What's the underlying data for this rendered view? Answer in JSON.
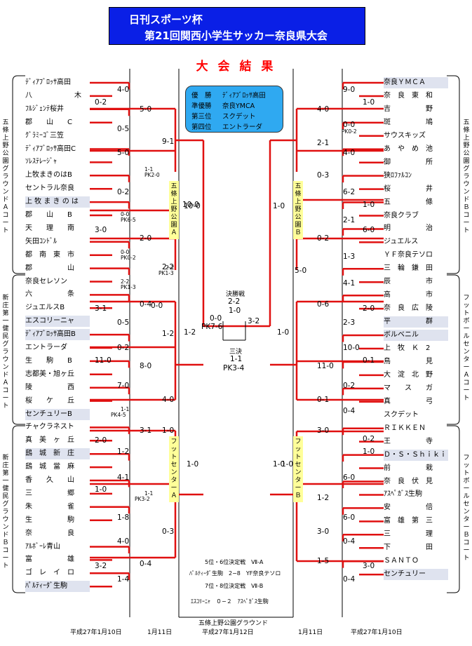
{
  "title": {
    "line1": "日刊スポーツ杯",
    "line2": "第21回関西小学生サッカー奈良県大会"
  },
  "heading": "大 会 結 果",
  "winners": [
    {
      "rank": "優　勝",
      "team": "ﾃﾞｨｱﾌﾞﾛｯｻ高田"
    },
    {
      "rank": "準優勝",
      "team": "奈良YMCA"
    },
    {
      "rank": "第三位",
      "team": "スクデット"
    },
    {
      "rank": "第四位",
      "team": "エントラーダ"
    }
  ],
  "left_teams": [
    "ﾃﾞｨｱﾌﾞﾛｯｻ高田",
    "八　　　　　　木",
    "ﾌﾙｼﾞｪﾝﾃ桜井",
    "郡　　山　　C",
    "ｸﾞﾗﾐｰｺﾞ三笠",
    "ﾃﾞｨｱﾌﾞﾛｯｻ高田C",
    "ｿﾚｽﾃﾚｰｼﾞｬ",
    "上牧まきのはB",
    "セントラル奈良",
    "上 牧 ま き の は",
    "郡　　山　　B",
    "天　　理　　南",
    "矢田ｺﾝﾄﾞﾙ",
    "都　南　東　市",
    "郡　　　　　山",
    "奈良セレソン",
    "六　　　　　条",
    "ジュエルスB",
    "エスコリーニャ",
    "ﾃﾞｨｱﾌﾞﾛｯｻ高田B",
    "エントラーダ",
    "生　　駒　　B",
    "志都美・旭ヶ丘",
    "陵　　　　　西",
    "桜　　ケ　　丘",
    "センチュリーB",
    "チャクラネスト",
    "真　美　ヶ　丘",
    "鴟　城　新　庄",
    "鴟　城　當　麻",
    "香　　久　　山",
    "三　　　　　郷",
    "朱　　　　　雀",
    "生　　　　　駒",
    "奈　　　　　良",
    "ｱﾙﾎﾞｰﾚ青山",
    "富　　　　　雄",
    "ゴ　レ　イ　ロ",
    "ﾊﾟﾙﾃｨｰﾀﾞ生駒"
  ],
  "right_teams": [
    "奈良ＹＭＣＡ",
    "奈　良　東　和",
    "吉　　　　　野",
    "斑　　　　　鳩",
    "サウスキッズ",
    "あ　や　め　池",
    "御　　　　　所",
    "狭ﾛﾌｧﾙｺﾝ",
    "桜　　　　　井",
    "五　　　　　條",
    "奈良クラブ",
    "明　　　　　治",
    "ジュエルス",
    "ＹＦ奈良テソロ",
    "三　輪　鎌　田",
    "辰　　　　　市",
    "高　　　　　市",
    "奈　良　広　陵",
    "平　　　　　群",
    "ボルベニル",
    "上　牧　Ｋ　2",
    "鳥　　　　　見",
    "大　淀　北　野",
    "マ　　ス　　ガ",
    "真　　　　　弓",
    "スクデット",
    "ＲＩＫＫＥＮ",
    "王　　　　　寺",
    "Ｄ・Ｓ・Ｓｈｉｋｉ",
    "前　　　　　栽",
    "奈　良　伏　見",
    "ｱｽﾍﾟｶﾞｽ生駒",
    "安　　　　　倍",
    "富　雄　第　三",
    "三　　　　　理",
    "下　　　　　田",
    "ＳＡＮＴＯ",
    "センチュリー"
  ],
  "left_scores": [
    "4-0",
    "0-2",
    "5-0",
    "0-5",
    "5-0",
    "9-1",
    "0-2",
    "10-0",
    "3-0",
    "2-0",
    "2-2",
    "0-4",
    "3-1",
    "0-5",
    "0-2",
    "11-0",
    "8-0",
    "7-0",
    "4-0",
    "1-2",
    "3-1",
    "2-0",
    "1-2",
    "4-1",
    "1-0",
    "1-8",
    "1-0",
    "4-0",
    "0-3",
    "3-2",
    "1-4",
    "0-4",
    "0-0"
  ],
  "left_pk": [
    "1-1",
    "PK2-0",
    "0-0",
    "PK6-5",
    "0-0",
    "PK0-2",
    "2-2",
    "PK1-3",
    "2-2",
    "PK1-3",
    "1-1",
    "PK4-5",
    "1-1",
    "PK3-2"
  ],
  "right_scores": [
    "9-0",
    "1-0",
    "4-0",
    "0-0",
    "2-1",
    "4-0",
    "0-3",
    "6-2",
    "1-0",
    "2-1",
    "6-0",
    "0-2",
    "1-3",
    "5-0",
    "4-1",
    "0-6",
    "2-0",
    "2-3",
    "10-0",
    "0-1",
    "11-0",
    "0-2",
    "0-1",
    "0-4",
    "3-0",
    "0-2",
    "1-0",
    "6-0",
    "1-2",
    "6-0",
    "3-0",
    "0-4",
    "1-5",
    "3-0",
    "0-4",
    "1-0"
  ],
  "right_pk": [
    "PK0-2"
  ],
  "venues": {
    "left_a": "五條上野公園Ａ",
    "right_b": "五條上野公園Ｂ",
    "left_fc": "フットセンターＡ",
    "right_fc": "フットセンターＢ"
  },
  "side_labels": {
    "l1": "五條上野公園グラウンド　Ａコート",
    "l2": "新庄第一健民グラウンド　Ａコート",
    "l3": "新庄第一健民グラウンド　Ｂコート",
    "r1": "五條上野公園グラウンド　Ｂコート",
    "r2": "フットボールセンター　Ａコート",
    "r3": "フットボールセンター　Ｂコート"
  },
  "center": {
    "final_label": "決勝戦",
    "final_score": "2-2",
    "final_score2": "1-0",
    "semi_left": "0-0",
    "semi_left_pk": "PK7-6",
    "semi_right": "3-2",
    "third_label": "三決",
    "third_score": "1-1",
    "third_pk": "PK3-4",
    "qf_l1": "10-0",
    "qf_l2": "1-2",
    "qf_l3": "1-0",
    "qf_r1": "1-0",
    "qf_r2": "1-0",
    "qf_r3": "1-0"
  },
  "playoffs": {
    "p56_title": "5位・6位決定戦　Ⅶ-A",
    "p56_match": "ﾊﾟﾙﾃｨｰﾀﾞ生駒　2−8　YF奈良テソロ",
    "p78_title": "7位・8位決定戦　Ⅶ-B",
    "p78_match": "ｴｽｺﾘｰﾆｬ　０−２　ｱｽﾍﾟｶﾞｽ生駒"
  },
  "footer": {
    "d1": "平成27年1月10日",
    "d2": "1月11日",
    "venue": "五條上野公園グラウンド",
    "d3": "平成27年1月12日",
    "d4": "1月11日",
    "d5": "平成27年1月10日"
  }
}
